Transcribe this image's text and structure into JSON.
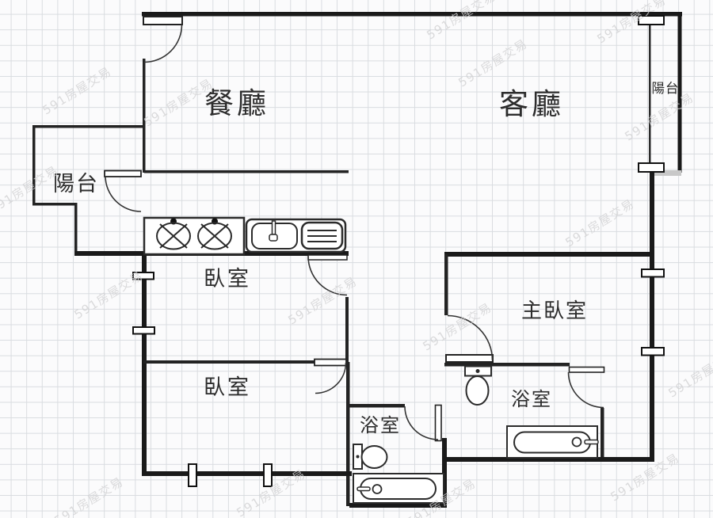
{
  "floorplan": {
    "rooms": {
      "dining": "餐廳",
      "living": "客廳",
      "balcony_left": "陽台",
      "balcony_right": "陽台",
      "bedroom_upper": "臥室",
      "bedroom_lower": "臥室",
      "master_bedroom": "主臥室",
      "bathroom_middle": "浴室",
      "bathroom_master": "浴室"
    },
    "watermark_text": "591房屋交易",
    "fixtures": [
      "stove-two-burner-icon",
      "kitchen-sink-icon",
      "drainboard-icon",
      "toilet-icon-middle-bath",
      "toilet-icon-master-bath",
      "bathtub-icon-middle-bath",
      "bathtub-icon-master-bath"
    ],
    "colors": {
      "wall": "#1a1a1a",
      "wall_thin": "#232323",
      "grid_line": "#d9dce0",
      "background": "#fbfbfc",
      "watermark": "#d2d2d4",
      "label": "#2d2d2d",
      "fixture_stroke": "#2b2b2b",
      "shadow": "#c8c8c8"
    }
  }
}
